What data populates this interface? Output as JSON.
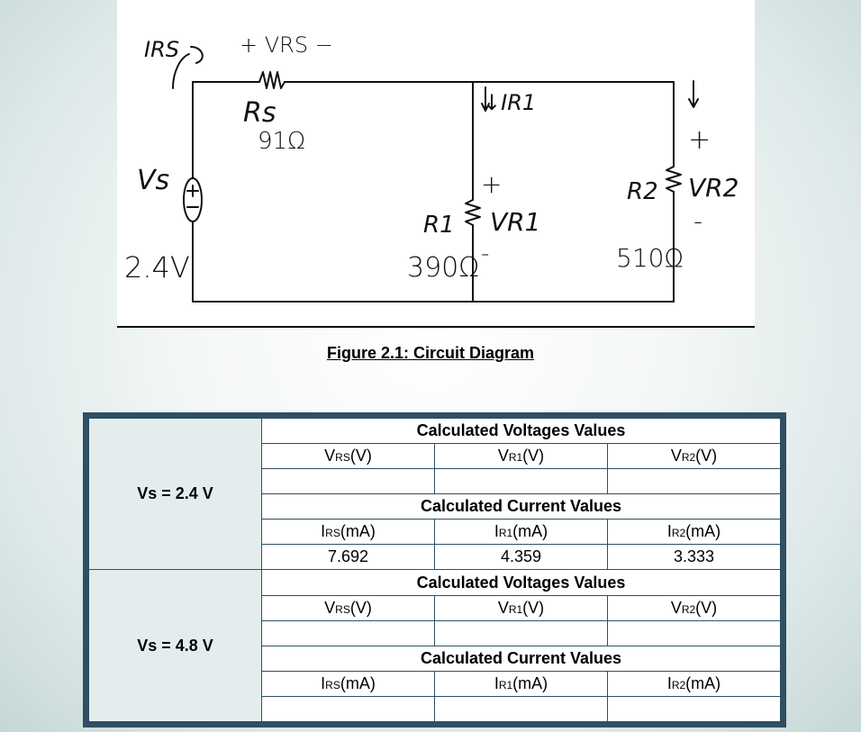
{
  "figure": {
    "caption": "Figure 2.1: Circuit Diagram",
    "labels": {
      "irs": "IRS",
      "vrs": "+ VRS −",
      "rs_name": "Rs",
      "rs_value": "91Ω",
      "vs": "Vs",
      "vs_value": "2.4V",
      "ir1": "↓IR1",
      "r1_plus": "+",
      "r1_name": "R1",
      "vr1": "VR1",
      "r1_minus": "-",
      "r1_value": "390Ω",
      "ir2_arrow": "↓",
      "r2_plus": "+",
      "r2_name": "R2",
      "vr2": "VR2",
      "r2_minus": "-",
      "r2_value": "510Ω"
    }
  },
  "table": {
    "blocks": [
      {
        "vs_label": "Vs = 2.4 V",
        "voltage_title": "Calculated Voltages Values",
        "voltage_headers": [
          {
            "main": "V",
            "sub": "RS",
            "unit": "(V)"
          },
          {
            "main": "V",
            "sub": "R1",
            "unit": "(V)"
          },
          {
            "main": "V",
            "sub": "R2",
            "unit": "(V)"
          }
        ],
        "voltage_values": [
          "",
          "",
          ""
        ],
        "current_title": "Calculated Current Values",
        "current_headers": [
          {
            "main": "I",
            "sub": "RS",
            "unit": "(mA)"
          },
          {
            "main": "I",
            "sub": "R1",
            "unit": "(mA)"
          },
          {
            "main": "I",
            "sub": "R2",
            "unit": "(mA)"
          }
        ],
        "current_values": [
          "7.692",
          "4.359",
          "3.333"
        ]
      },
      {
        "vs_label": "Vs = 4.8 V",
        "voltage_title": "Calculated Voltages Values",
        "voltage_headers": [
          {
            "main": "V",
            "sub": "RS",
            "unit": "(V)"
          },
          {
            "main": "V",
            "sub": "R1",
            "unit": "(V)"
          },
          {
            "main": "V",
            "sub": "R2",
            "unit": "(V)"
          }
        ],
        "voltage_values": [
          "",
          "",
          ""
        ],
        "current_title": "Calculated Current Values",
        "current_headers": [
          {
            "main": "I",
            "sub": "RS",
            "unit": "(mA)"
          },
          {
            "main": "I",
            "sub": "R1",
            "unit": "(mA)"
          },
          {
            "main": "I",
            "sub": "R2",
            "unit": "(mA)"
          }
        ],
        "current_values": [
          "",
          "",
          ""
        ]
      }
    ]
  }
}
